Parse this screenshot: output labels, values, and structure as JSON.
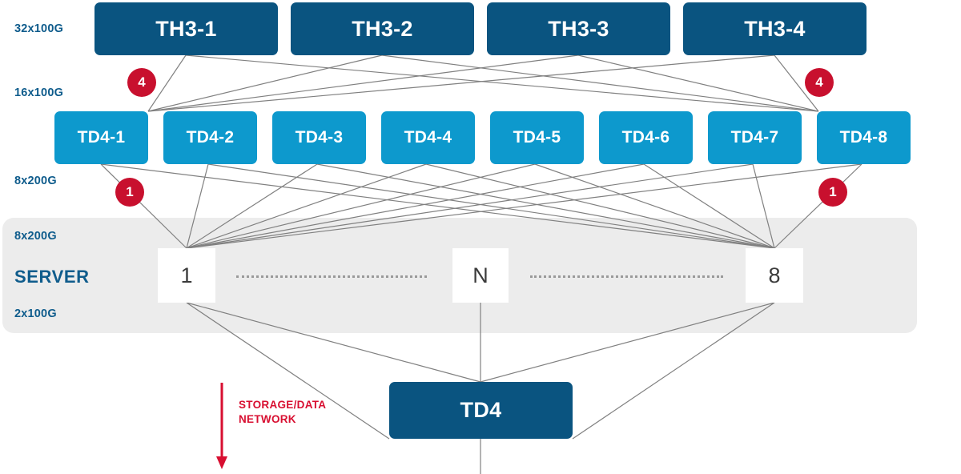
{
  "diagram": {
    "title": "Network topology: spine / leaf / server / storage",
    "colors": {
      "spine": "#0a5480",
      "leaf": "#0d99cd",
      "badge": "#c8102e",
      "label": "#0f5c8c",
      "band": "#ececec",
      "link": "#808080",
      "storage_note": "#d80f31"
    }
  },
  "capacity_labels": [
    {
      "text": "32x100G"
    },
    {
      "text": "16x100G"
    },
    {
      "text": "8x200G"
    },
    {
      "text": "8x200G"
    },
    {
      "text": "2x100G"
    }
  ],
  "server_row_label": "SERVER",
  "spine_switches": [
    {
      "label": "TH3-1"
    },
    {
      "label": "TH3-2"
    },
    {
      "label": "TH3-3"
    },
    {
      "label": "TH3-4"
    }
  ],
  "leaf_switches": [
    {
      "label": "TD4-1"
    },
    {
      "label": "TD4-2"
    },
    {
      "label": "TD4-3"
    },
    {
      "label": "TD4-4"
    },
    {
      "label": "TD4-5"
    },
    {
      "label": "TD4-6"
    },
    {
      "label": "TD4-7"
    },
    {
      "label": "TD4-8"
    }
  ],
  "servers": [
    {
      "label": "1"
    },
    {
      "label": "N"
    },
    {
      "label": "8"
    }
  ],
  "link_badges": [
    {
      "value": "4",
      "side": "left",
      "tier": "spine-leaf"
    },
    {
      "value": "4",
      "side": "right",
      "tier": "spine-leaf"
    },
    {
      "value": "1",
      "side": "left",
      "tier": "leaf-server"
    },
    {
      "value": "1",
      "side": "right",
      "tier": "leaf-server"
    }
  ],
  "storage": {
    "switch_label": "TD4",
    "annotation": "STORAGE/DATA\nNETWORK"
  }
}
